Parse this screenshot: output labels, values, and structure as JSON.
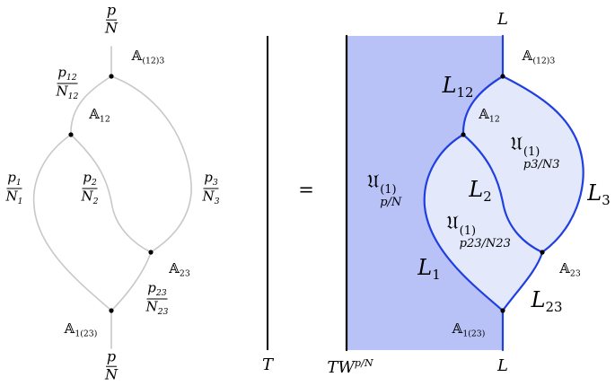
{
  "colors": {
    "left_tree_stroke": "#c8c8c8",
    "right_tree_stroke": "#1f3fe0",
    "region_dark": "#b8c2f7",
    "region_light": "#e4e8fb",
    "divider": "#000000"
  },
  "left": {
    "top": {
      "num": "p",
      "den": "N"
    },
    "p12": {
      "num": "p12",
      "den": "N12"
    },
    "p1": {
      "num": "p1",
      "den": "N1"
    },
    "p2": {
      "num": "p2",
      "den": "N2"
    },
    "p3": {
      "num": "p3",
      "den": "N3"
    },
    "p23": {
      "num": "p23",
      "den": "N23"
    },
    "bottom": {
      "num": "p",
      "den": "N"
    },
    "A123": {
      "base": "𝔸",
      "sub": "(12)3"
    },
    "A12": {
      "base": "𝔸",
      "sub": "12"
    },
    "A23": {
      "base": "𝔸",
      "sub": "23"
    },
    "A1_23": {
      "base": "𝔸",
      "sub": "1(23)"
    },
    "T": "T"
  },
  "eq": "=",
  "right": {
    "L_top": "L",
    "L_bottom": "L",
    "A123": {
      "base": "𝔸",
      "sub": "(12)3"
    },
    "A12": {
      "base": "𝔸",
      "sub": "12"
    },
    "A23": {
      "base": "𝔸",
      "sub": "23"
    },
    "A1_23": {
      "base": "𝔸",
      "sub": "1(23)"
    },
    "L12": {
      "base": "L",
      "sub": "12"
    },
    "L1": {
      "base": "L",
      "sub": "1"
    },
    "L2": {
      "base": "L",
      "sub": "2"
    },
    "L3": {
      "base": "L",
      "sub": "3"
    },
    "L23": {
      "base": "L",
      "sub": "23"
    },
    "U_pN": {
      "base": "𝔘",
      "sup": "(1)",
      "sub": "p/N"
    },
    "U_p3": {
      "base": "𝔘",
      "sup": "(1)",
      "sub": "p3/N3"
    },
    "U_p23": {
      "base": "𝔘",
      "sup": "(1)",
      "sub": "p23/N23"
    },
    "TW": {
      "base": "TW",
      "sup": "p/N"
    }
  }
}
